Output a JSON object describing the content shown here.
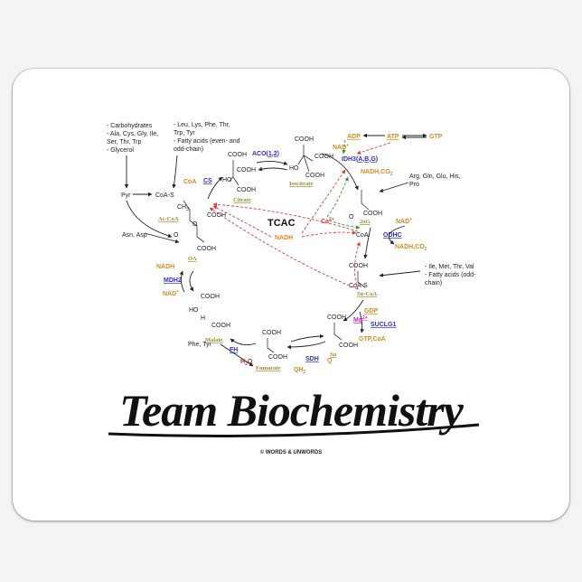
{
  "colors": {
    "enzyme": "#2b2bd6",
    "intermediate": "#9a8a2e",
    "cofactor": "#d98a1f",
    "nadh": "#e08a1a",
    "red": "#e03a3a",
    "green": "#2a9d2a",
    "magenta": "#d01ec8",
    "water": "#c0392b"
  },
  "inputs": {
    "carbs": [
      "- Carbohydrates",
      "- Ala, Cys, Gly, Ile,",
      "  Ser, Thr, Trp",
      "- Glycerol"
    ],
    "leu": [
      "- Leu, Lys,  Phe, Thr,",
      "  Trp, Tyr",
      "- Fatty acids (even- and",
      "  odd-chain)"
    ],
    "arg": [
      "Arg, Gln, Glu, His,",
      "Pro"
    ],
    "ile": [
      "- Ile, Met, Thr, Val",
      "- Fatty acids (odd-",
      "  chain)"
    ],
    "asn": "Asn, Asp",
    "phe": "Phe, Tyr"
  },
  "labels": {
    "pyr": "Pyr",
    "coas_left": "CoA-S",
    "coa_top": "CoA",
    "ch3": "CH",
    "sub3": "3",
    "cooh": "COOH",
    "ho": "HO",
    "ho_dot": "HO",
    "h_dots": "H",
    "o": "O",
    "coa_right": "CoA",
    "coas_right": "CoA-S",
    "tcac": "TCAC",
    "nadh_center": "NADH",
    "ca": "Ca",
    "ca_sup": "2+",
    "mg": "Mg",
    "mg_sup": "2+",
    "nad": "NAD",
    "plus": "+",
    "nadh": "NADH",
    "co2": "CO",
    "sub2": "2",
    "atp": "ATP",
    "adp": "ADP",
    "gtp": "GTP",
    "gdp": "GDP",
    "gtp_coa": "GTP",
    "coa_gtp": "CoA",
    "q": "Q",
    "qh": "QH",
    "h2o_h": "H",
    "h2o_o": "O",
    "comma": ","
  },
  "enzymes": {
    "cs": "CS",
    "aco_a": "ACO(",
    "aco_1": "1",
    "aco_comma": ",",
    "aco_2": "2",
    "aco_b": ")",
    "idh_a": "IDH3(",
    "idh_A": "A",
    "idh_B": "B",
    "idh_G": "G",
    "idh_b": ")",
    "odhc": "ODHC",
    "suclg1": "SUCLG1",
    "sdh": "SDH",
    "fh": "FH",
    "mdh2": "MDH2"
  },
  "intermediates": {
    "citrate": "Citrate",
    "isocitrate": "Isocitrate",
    "og": "2oG",
    "succoa": "Su-CoA",
    "succinate": "Su",
    "fumarate": "Fumarate",
    "malate": "Malate",
    "oa": "OA",
    "accoa": "Ac-CoA"
  },
  "title": "Team Biochemistry",
  "copyright": "© WORDS & UNWORDS"
}
